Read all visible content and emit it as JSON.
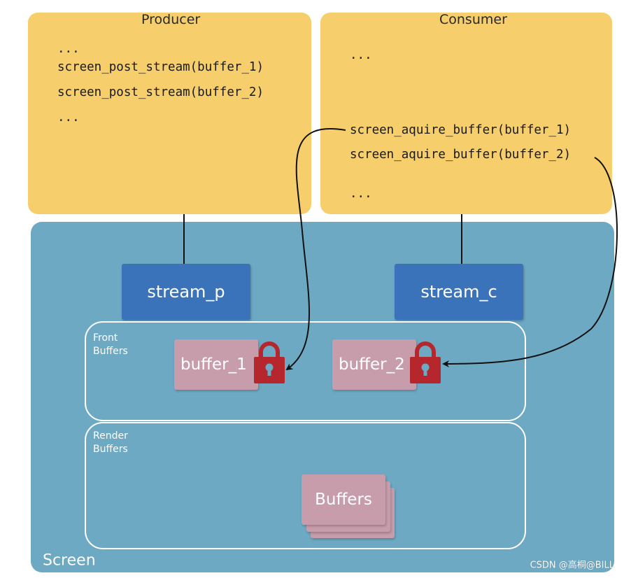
{
  "colors": {
    "code_panel": "#f6ce6c",
    "screen": "#6ea9c4",
    "stream_box": "#3b73ba",
    "buffer_box": "#c79dab",
    "lock": "#b5262d",
    "connector": "#111111"
  },
  "producer": {
    "title": "Producer",
    "lines": [
      "...",
      "screen_post_stream(buffer_1)",
      "screen_post_stream(buffer_2)",
      "..."
    ]
  },
  "consumer": {
    "title": "Consumer",
    "lines": [
      "...",
      "screen_aquire_buffer(buffer_1)",
      "screen_aquire_buffer(buffer_2)",
      "..."
    ]
  },
  "screen": {
    "label": "Screen",
    "stream_p": "stream_p",
    "stream_c": "stream_c",
    "front_buffers": {
      "label": "Front\nBuffers",
      "buffers": [
        {
          "label": "buffer_1",
          "locked": true,
          "icon": "lock-icon"
        },
        {
          "label": "buffer_2",
          "locked": true,
          "icon": "lock-icon"
        }
      ]
    },
    "render_buffers": {
      "label": "Render\nBuffers",
      "stack_label": "Buffers"
    }
  },
  "watermark": "CSDN @高桐@BILL"
}
